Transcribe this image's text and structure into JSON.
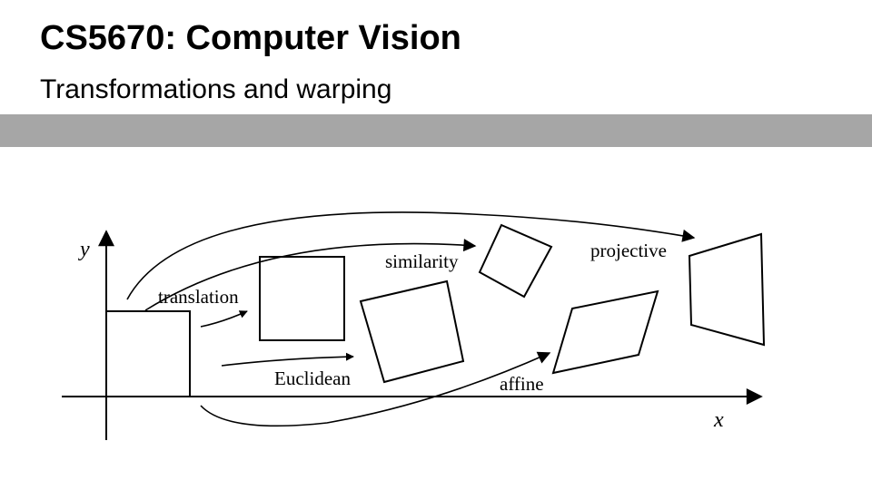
{
  "slide": {
    "title": "CS5670: Computer Vision",
    "subtitle": "Transformations and warping",
    "band_color": "#a6a6a6"
  },
  "diagram": {
    "ink_color": "#000000",
    "axes": {
      "x_label": "x",
      "y_label": "y"
    },
    "labels": {
      "translation": "translation",
      "euclidean": "Euclidean",
      "similarity": "similarity",
      "affine": "affine",
      "projective": "projective"
    }
  }
}
